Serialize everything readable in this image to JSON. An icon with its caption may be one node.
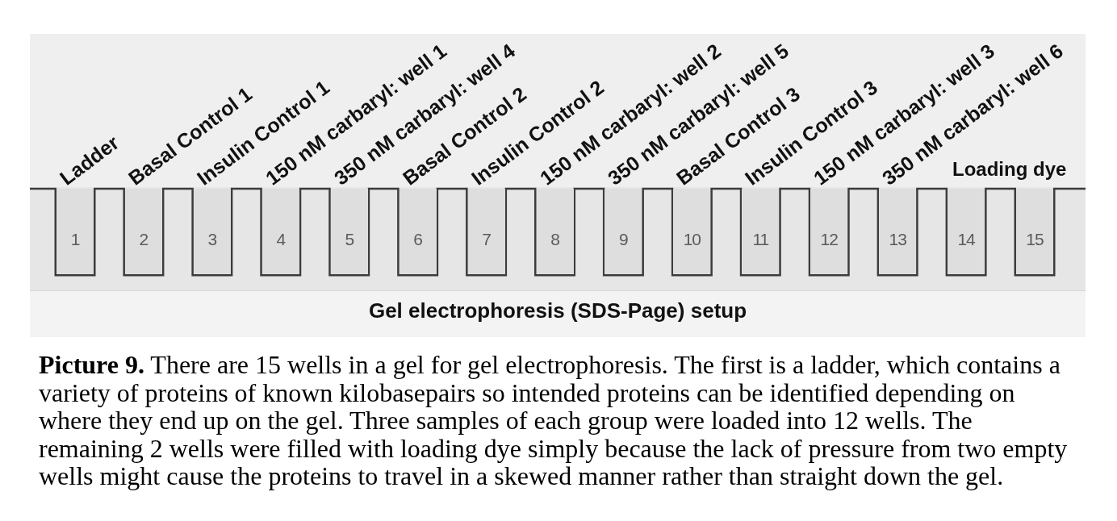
{
  "diagram": {
    "title": "Gel electrophoresis (SDS-Page) setup",
    "caption": "**Picture 9.** There are 15 wells in a gel for gel electrophoresis. The first is a ladder, which contains a variety of proteins of known kilobasepairs so intended proteins can be identified depending on where they end up on the gel. Three samples of each group were loaded into 12 wells. The remaining 2 wells were filled with loading dye simply because the lack of pressure from two empty wells might cause the proteins to travel in a skewed manner rather than straight down the gel.",
    "nodes": [
      {
        "text": [
          "1"
        ],
        "beside": [
          "Ladder"
        ]
      },
      {
        "text": [
          "2"
        ],
        "beside": [
          "Basal Control 1"
        ]
      },
      {
        "text": [
          "3"
        ],
        "beside": [
          "Insulin Control 1"
        ]
      },
      {
        "text": [
          "4"
        ],
        "beside": [
          "150 nM carbaryl: well 1"
        ]
      },
      {
        "text": [
          "5"
        ],
        "beside": [
          "350 nM carbaryl: well 4"
        ]
      },
      {
        "text": [
          "6"
        ],
        "beside": [
          "Basal Control 2"
        ]
      },
      {
        "text": [
          "7"
        ],
        "beside": [
          "Insulin Control 2"
        ]
      },
      {
        "text": [
          "8"
        ],
        "beside": [
          "150 nM carbaryl: well 2"
        ]
      },
      {
        "text": [
          "9"
        ],
        "beside": [
          "350 nM carbaryl: well 5"
        ]
      },
      {
        "text": [
          "10"
        ],
        "beside": [
          "Basal Control 3"
        ]
      },
      {
        "text": [
          "11"
        ],
        "beside": [
          "Insulin Control 3"
        ]
      },
      {
        "text": [
          "12"
        ],
        "beside": [
          "150 nM carbaryl: well 3"
        ]
      },
      {
        "text": [
          "13"
        ],
        "beside": [
          "350 nM carbaryl: well 6"
        ]
      },
      {
        "text": [
          "14"
        ]
      },
      {
        "text": [
          "15"
        ]
      }
    ],
    "labels": [
      "Loading dye"
    ]
  }
}
